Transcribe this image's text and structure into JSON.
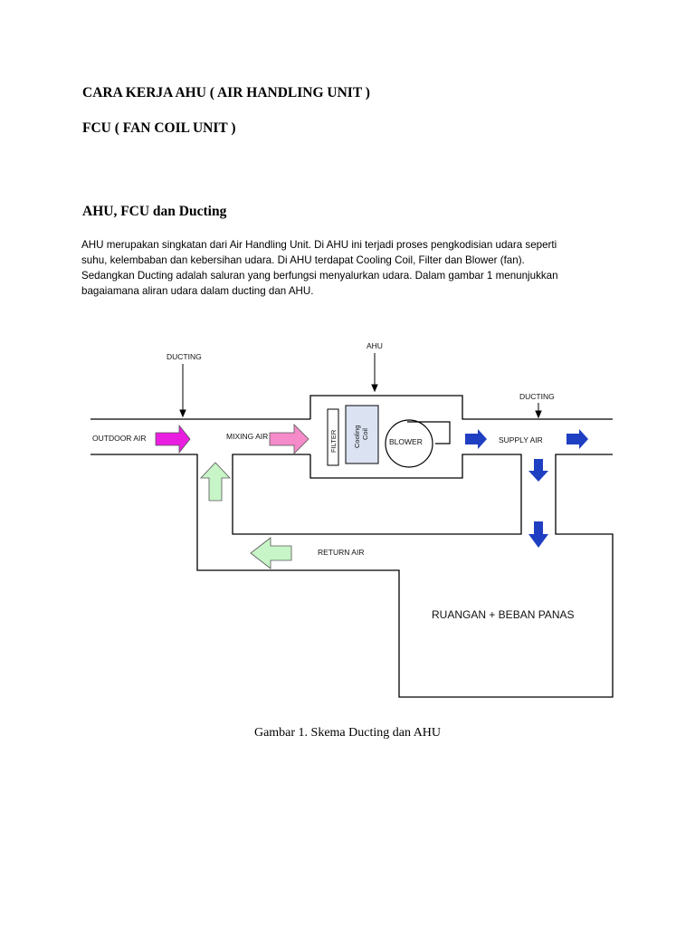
{
  "document": {
    "title_1": "CARA KERJA AHU ( AIR HANDLING UNIT )",
    "title_2": "FCU ( FAN COIL UNIT )",
    "section_heading": "AHU, FCU dan Ducting",
    "paragraph_lines": [
      "AHU merupakan singkatan dari Air Handling Unit. Di AHU ini terjadi proses pengkodisian udara seperti",
      "suhu, kelembaban dan kebersihan udara. Di AHU terdapat Cooling Coil, Filter dan Blower (fan).",
      "Sedangkan Ducting adalah saluran yang berfungsi menyalurkan udara. Dalam gambar 1 menunjukkan",
      "bagaiamana aliran udara dalam ducting dan AHU."
    ],
    "caption": "Gambar 1. Skema Ducting dan AHU"
  },
  "diagram": {
    "labels": {
      "ducting_left": "DUCTING",
      "ahu": "AHU",
      "ducting_right": "DUCTING",
      "outdoor_air": "OUTDOOR AIR",
      "mixing_air": "MIXING AIR",
      "filter": "FILTER",
      "cooling_coil_line1": "Cooling",
      "cooling_coil_line2": "Coil",
      "blower": "BLOWER",
      "supply_air": "SUPPLY AIR",
      "return_air": "RETURN AIR",
      "room": "RUANGAN + BEBAN PANAS"
    },
    "colors": {
      "outdoor_arrow": "#e91ee0",
      "mixing_arrow": "#f58bc9",
      "return_arrow": "#c8f5c8",
      "supply_arrow": "#1f3fc2",
      "coil_fill": "#dbe3f3"
    }
  }
}
